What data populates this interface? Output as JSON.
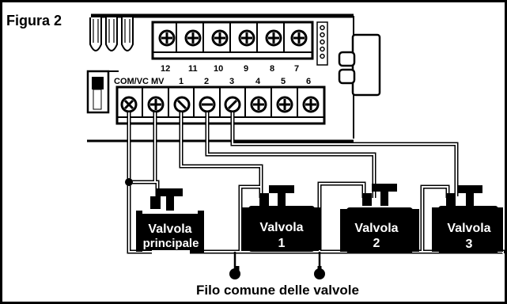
{
  "figure": {
    "title": "Figura 2",
    "caption": "Filo comune delle valvole"
  },
  "terminals": {
    "top_numbers": [
      "12",
      "11",
      "10",
      "9",
      "8",
      "7"
    ],
    "bottom_labels": [
      "COM/VC",
      "MV",
      "1",
      "2",
      "3",
      "4",
      "5",
      "6"
    ]
  },
  "valves": [
    {
      "line1": "Valvola",
      "line2": "principale"
    },
    {
      "line1": "Valvola",
      "line2": "1"
    },
    {
      "line1": "Valvola",
      "line2": "2"
    },
    {
      "line1": "Valvola",
      "line2": "3"
    }
  ],
  "colors": {
    "ink": "#000000",
    "paper": "#ffffff",
    "shade": "#bfbfbf"
  }
}
